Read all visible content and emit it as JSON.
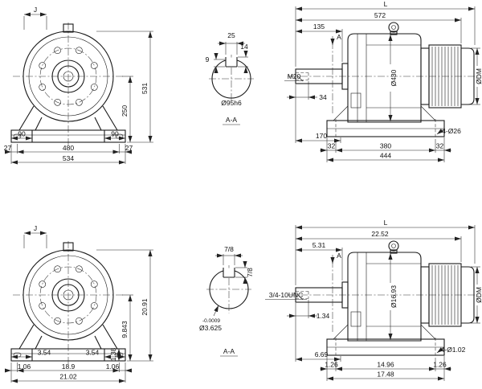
{
  "drawing": {
    "background": "#ffffff",
    "line_color": "#1a1a1a",
    "dim_color": "#222222"
  },
  "metric": {
    "front": {
      "width_j": "J",
      "overall_height": "531",
      "center_height": "250",
      "foot_width_left": "90",
      "foot_width_right": "90",
      "edge_left": "27",
      "bolt_span": "480",
      "edge_right": "27",
      "overall_width": "534"
    },
    "section": {
      "key_width": "25",
      "key_height": "14",
      "key_depth": "9",
      "shaft_dia": "Ø95h6",
      "label": "A-A"
    },
    "side": {
      "overall": "L",
      "length": "572",
      "shaft_length": "135",
      "section_mark": "A",
      "thread": "M20",
      "thread_depth": "34",
      "front_offset": "170",
      "edge_left": "32",
      "bolt_span": "380",
      "edge_right": "32",
      "base_length": "444",
      "housing_dia": "Ø430",
      "motor_dia": "ØDM",
      "mount_holes": "4-Ø26"
    }
  },
  "inch": {
    "front": {
      "width_j": "J",
      "overall_height": "20.91",
      "center_height": "9.843",
      "base_height": "1.38",
      "foot_width_left": "3.54",
      "foot_width_right": "3.54",
      "edge_left": "1.06",
      "bolt_span": "18.9",
      "edge_right": "1.06",
      "overall_width": "21.02"
    },
    "section": {
      "key_width": "7/8",
      "key_height": "7/8",
      "tolerance": "-0.0009",
      "shaft_dia": "Ø3.625",
      "label": "A-A"
    },
    "side": {
      "overall": "L",
      "length": "22.52",
      "shaft_length": "5.31",
      "section_mark": "A",
      "thread": "3/4-10UNC",
      "thread_depth": "1.34",
      "front_offset": "6.69",
      "edge_left": "1.26",
      "bolt_span": "14.96",
      "edge_right": "1.26",
      "base_length": "17.48",
      "housing_dia": "Ø16.93",
      "motor_dia": "ØDM",
      "mount_holes": "4-Ø1.02"
    }
  }
}
